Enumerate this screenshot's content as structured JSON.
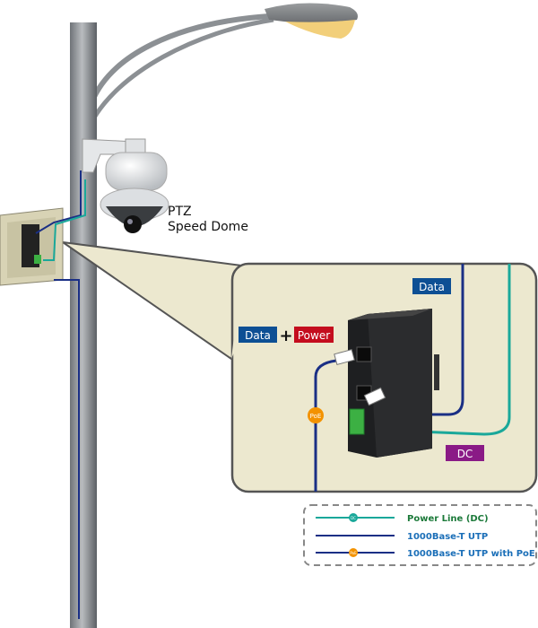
{
  "camera_label": {
    "line1": "PTZ",
    "line2": "Speed Dome"
  },
  "tags": {
    "data_top": "Data",
    "data_left": "Data",
    "plus": "+",
    "power": "Power",
    "dc": "DC",
    "poe_badge": "PoE"
  },
  "legend": {
    "items": [
      {
        "label": "Power Line (DC)",
        "badge": "DC",
        "color": "#1aa89a",
        "text_color": "#1c7a3a"
      },
      {
        "label": "1000Base-T UTP",
        "badge": "",
        "color": "#1a2f85",
        "text_color": "#1b6fb8"
      },
      {
        "label": "1000Base-T UTP with PoE",
        "badge": "PoE",
        "color": "#1a2f85",
        "text_color": "#1b6fb8"
      }
    ]
  },
  "colors": {
    "data_blue": "#0d4f94",
    "power_red": "#c40d1e",
    "dc_purple": "#8a1a86",
    "poe_orange": "#f39200",
    "panel_bg": "#ece8cf"
  }
}
